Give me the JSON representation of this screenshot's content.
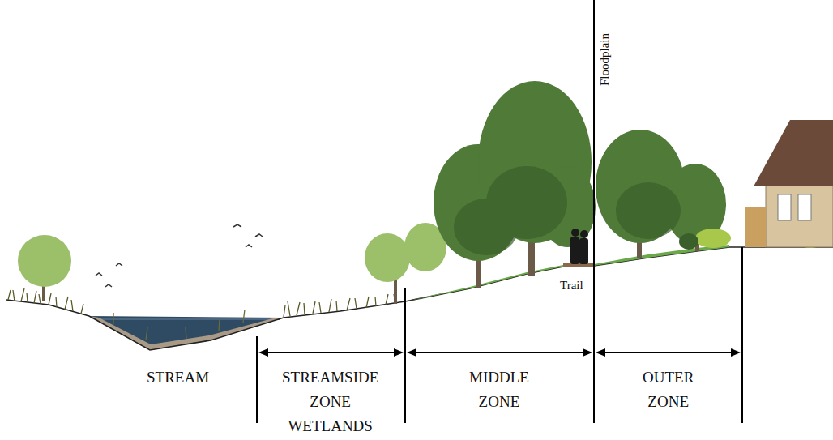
{
  "diagram": {
    "labels": [
      "Floodplain",
      "Trail",
      "STREAM",
      "STREAMSIDE ZONE WETLANDS",
      "MIDDLE ZONE",
      "OUTER ZONE"
    ]
  }
}
